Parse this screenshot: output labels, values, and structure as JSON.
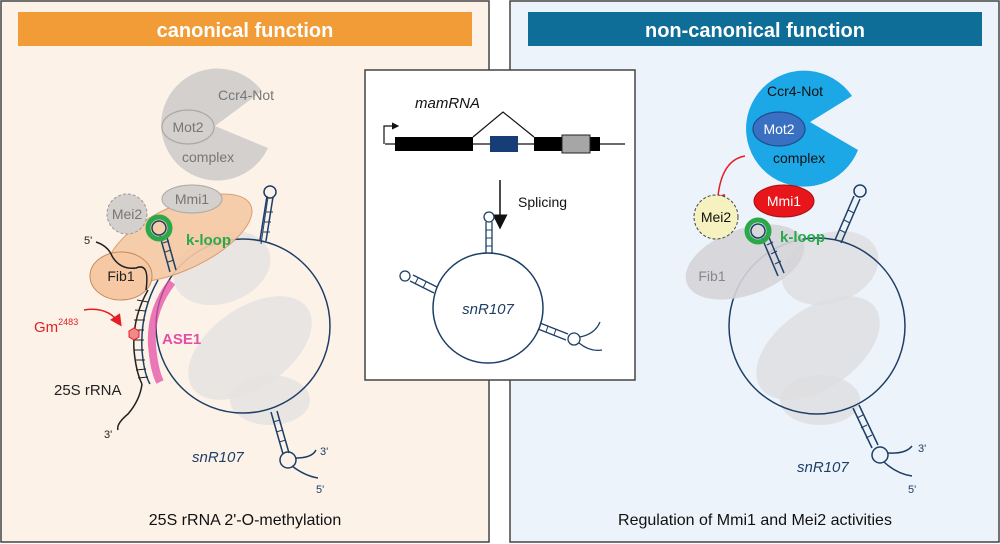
{
  "left_panel": {
    "header": "canonical function",
    "ccr4_not": "Ccr4-Not",
    "mot2": "Mot2",
    "complex": "complex",
    "mmi1": "Mmi1",
    "mei2": "Mei2",
    "k_loop": "k-loop",
    "five_prime": "5'",
    "three_prime_rrna": "3'",
    "fib1": "Fib1",
    "gm": "Gm",
    "gm_superscript": "2483",
    "ase1": "ASE1",
    "rrna_label": "25S rRNA",
    "snr107": "snR107",
    "snr_three_prime": "3'",
    "snr_five_prime": "5'",
    "caption": "25S rRNA 2'-O-methylation"
  },
  "center_panel": {
    "gene_label": "mamRNA",
    "step_label": "Splicing",
    "product_label": "snR107"
  },
  "right_panel": {
    "header": "non-canonical function",
    "ccr4_not": "Ccr4-Not",
    "mot2": "Mot2",
    "complex": "complex",
    "mmi1": "Mmi1",
    "mei2": "Mei2",
    "k_loop": "k-loop",
    "fib1": "Fib1",
    "snr107": "snR107",
    "snr_three_prime": "3'",
    "snr_five_prime": "5'",
    "caption": "Regulation of Mmi1 and Mei2 activities"
  },
  "colors": {
    "header_left": "#F29C38",
    "header_right": "#0E6E98",
    "panel_left_bg": "#FDF2E8",
    "panel_right_bg": "#EDF3FA",
    "ccr4_right": "#1CA7E6",
    "mot2_right": "#3A70C2",
    "mmi1_right": "#E8161B",
    "mei2_right": "#F6F2C0",
    "kloop": "#2AA84A",
    "ase1": "#E34FA6",
    "fib1_left": "#F6C9A4",
    "rna_blue": "#1D3F66"
  }
}
